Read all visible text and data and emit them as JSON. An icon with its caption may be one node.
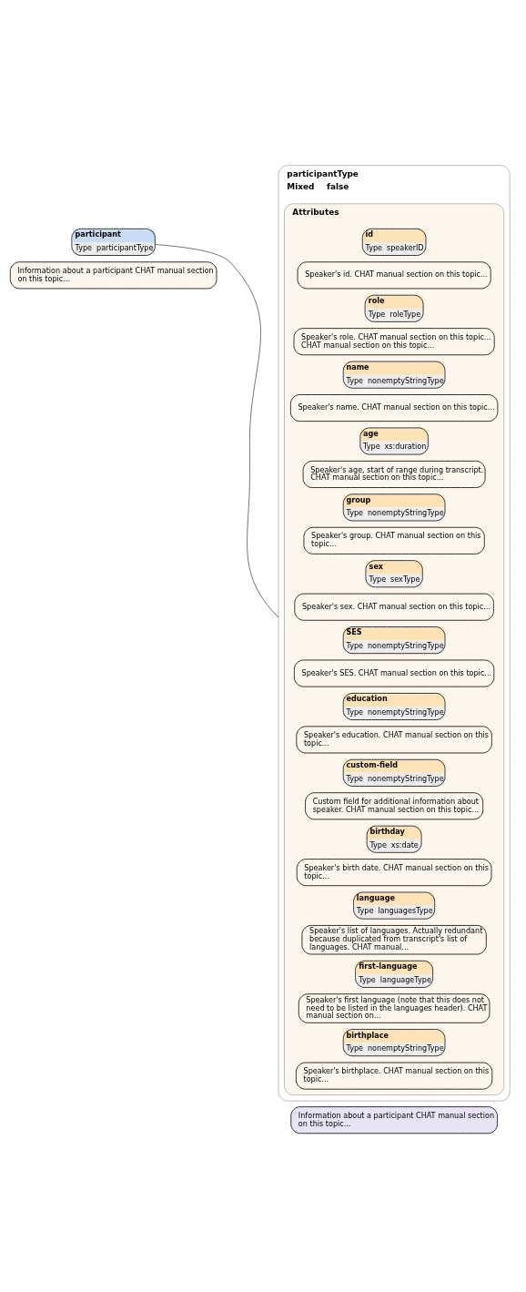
{
  "diagram": {
    "nodes": [
      {
        "text": [
          "participant",
          "Type",
          "participantType"
        ],
        "beside": [
          "Information about a participant CHAT manual section on this topic..."
        ]
      },
      {
        "text": [
          "participantType",
          "Mixed",
          "false"
        ],
        "beside": [
          "Information about a participant CHAT manual section on this topic..."
        ]
      },
      {
        "text": [
          "Attributes"
        ],
        "in": 1
      },
      {
        "text": [
          "id",
          "Type",
          "speakerID"
        ],
        "in": 2,
        "beside": [
          "Speaker's id. CHAT manual section on this topic..."
        ]
      },
      {
        "text": [
          "role",
          "Type",
          "roleType"
        ],
        "in": 2,
        "beside": [
          "Speaker's role. CHAT manual section on this topic... CHAT manual section on this topic..."
        ]
      },
      {
        "text": [
          "name",
          "Type",
          "nonemptyStringType"
        ],
        "in": 2,
        "beside": [
          "Speaker's name. CHAT manual section on this topic..."
        ]
      },
      {
        "text": [
          "age",
          "Type",
          "xs:duration"
        ],
        "in": 2,
        "beside": [
          "Speaker's age, start of range during transcript. CHAT manual section on this topic..."
        ]
      },
      {
        "text": [
          "group",
          "Type",
          "nonemptyStringType"
        ],
        "in": 2,
        "beside": [
          "Speaker's group. CHAT manual section on this topic..."
        ]
      },
      {
        "text": [
          "sex",
          "Type",
          "sexType"
        ],
        "in": 2,
        "beside": [
          "Speaker's sex. CHAT manual section on this topic..."
        ]
      },
      {
        "text": [
          "SES",
          "Type",
          "nonemptyStringType"
        ],
        "in": 2,
        "beside": [
          "Speaker's SES. CHAT manual section on this topic..."
        ]
      },
      {
        "text": [
          "education",
          "Type",
          "nonemptyStringType"
        ],
        "in": 2,
        "beside": [
          "Speaker's education. CHAT manual section on this topic..."
        ]
      },
      {
        "text": [
          "custom-field",
          "Type",
          "nonemptyStringType"
        ],
        "in": 2,
        "beside": [
          "Custom field for additional information about speaker. CHAT manual section on this topic..."
        ]
      },
      {
        "text": [
          "birthday",
          "Type",
          "xs:date"
        ],
        "in": 2,
        "beside": [
          "Speaker's birth date. CHAT manual section on this topic..."
        ]
      },
      {
        "text": [
          "language",
          "Type",
          "languagesType"
        ],
        "in": 2,
        "beside": [
          "Speaker's list of languages. Actually redundant because duplicated from transcript's list of languages. CHAT manual..."
        ]
      },
      {
        "text": [
          "first-language",
          "Type",
          "languageType"
        ],
        "in": 2,
        "beside": [
          "Speaker's first language (note that this does not need to be listed in the languages header). CHAT manual section on..."
        ]
      },
      {
        "text": [
          "birthplace",
          "Type",
          "nonemptyStringType"
        ],
        "in": 2,
        "beside": [
          "Speaker's birthplace. CHAT manual section on this topic..."
        ]
      }
    ],
    "edges": [
      {
        "from": 0,
        "to": 1,
        "arrow": "none"
      }
    ]
  }
}
